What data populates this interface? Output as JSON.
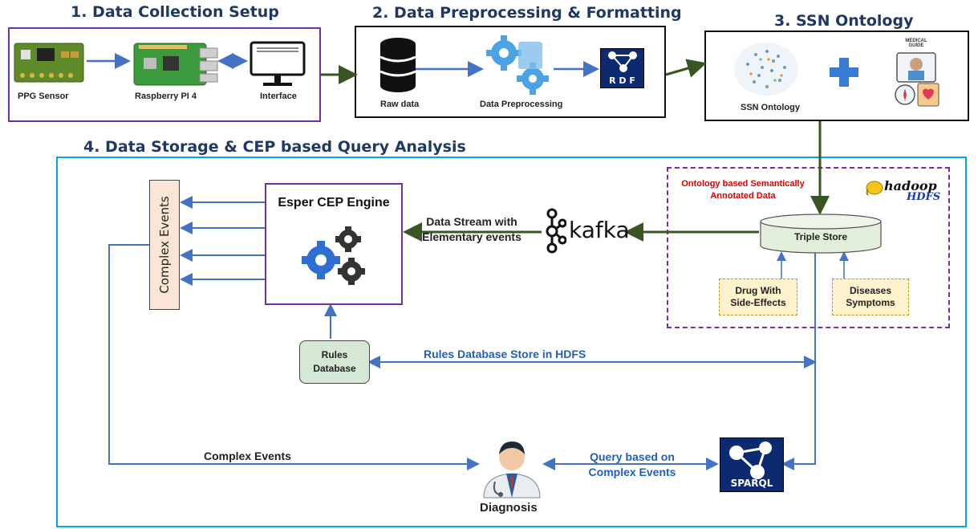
{
  "sections": {
    "collection_title": "1. Data Collection Setup",
    "preprocessing_title": "2. Data Preprocessing & Formatting",
    "ontology_title": "3. SSN Ontology",
    "storage_title": "4. Data Storage & CEP based Query Analysis"
  },
  "collection": {
    "ppg_sensor": "PPG Sensor",
    "raspberry_pi": "Raspberry PI 4",
    "interface": "Interface"
  },
  "preprocessing": {
    "raw_data": "Raw data",
    "data_preprocessing": "Data Preprocessing",
    "rdf_logo": "R D F"
  },
  "ontology": {
    "ssn_ontology": "SSN Ontology",
    "medical_guide_line1": "MEDICAL",
    "medical_guide_line2": "GUIDE"
  },
  "storage": {
    "hdfs_region_title_line1": "Ontology based Semantically",
    "hdfs_region_title_line2": "Annotated Data",
    "hadoop_logo": "hadoop",
    "hdfs_logo": "HDFS",
    "triple_store": "Triple Store",
    "drug_box_line1": "Drug With",
    "drug_box_line2": "Side-Effects",
    "disease_box_line1": "Diseases",
    "disease_box_line2": "Symptoms",
    "kafka": "kafka",
    "data_stream_line1": "Data Stream with",
    "data_stream_line2": "Elementary events",
    "esper_engine": "Esper CEP Engine",
    "complex_events_vertical": "Complex Events",
    "rules_database_line1": "Rules",
    "rules_database_line2": "Database",
    "rules_hdfs_label": "Rules Database Store in HDFS",
    "complex_events_label": "Complex Events",
    "query_line1": "Query based on",
    "query_line2": "Complex Events",
    "sparql_logo": "SPARQL",
    "diagnosis": "Diagnosis"
  },
  "colors": {
    "title": "#1f3864",
    "collection_border": "#7030a0",
    "storage_border": "#00a2e8",
    "arrow_blue": "#4472c4",
    "arrow_green": "#375623",
    "red_text": "#e00000",
    "note_fill": "#fff2cc",
    "triple_store_fill": "#e2efda",
    "rules_fill": "#d5e8d4",
    "complex_fill": "#fbe5d6"
  }
}
